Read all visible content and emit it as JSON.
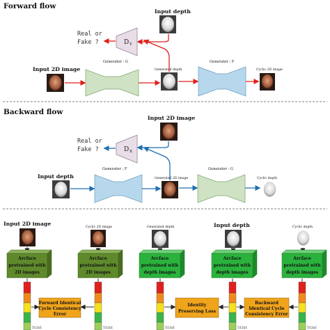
{
  "forward": {
    "title": "Forward flow",
    "input_depth": "Input depth",
    "real_or": "Real or",
    "fake": "Fake ?",
    "disc": "D",
    "disc_sub": "Y",
    "input_2d": "Input 2D image",
    "gen_g": "Generator : G",
    "generated_depth": "Generated depth",
    "gen_f": "Generator : F",
    "cyclic_2d": "Cyclic 2D image"
  },
  "backward": {
    "title": "Backward flow",
    "input_2d": "Input 2D image",
    "real_or": "Real or",
    "fake": "Fake ?",
    "disc": "D",
    "disc_sub": "X",
    "input_depth": "Input depth",
    "gen_f": "Generator : F",
    "generated_2d": "Generated 2D image",
    "gen_g": "Generator : G",
    "cyclic_depth": "Cyclic depth"
  },
  "bottom": {
    "labels": {
      "input_2d": "Input 2D image",
      "cyclic_2d": "Cyclic 2D image",
      "generated_depth": "Generated depth",
      "input_depth": "Input depth",
      "cyclic_depth": "Cyclic depth"
    },
    "arcface_2d": [
      "Arcface",
      "pretrained with",
      "2D images"
    ],
    "arcface_depth": [
      "Arcface",
      "pretrained with",
      "depth images"
    ],
    "forward_loss": [
      "Forward Identical",
      "Cycle Consistency",
      "Error"
    ],
    "identity_loss": [
      "Identity",
      "Preserving Loss"
    ],
    "backward_loss": [
      "Backward",
      "Identical Cycle",
      "Consistency Error"
    ],
    "dim": "512x1"
  },
  "colors": {
    "red_arrow": "#e0201c",
    "blue_arrow": "#1f6fb2",
    "gen_g_fill": "#cfe3c4",
    "gen_f_fill": "#b7d8ec",
    "disc_fill": "#e9dde8",
    "box_green_dark": "#5f8a2c",
    "box_green_bright": "#2bb23d",
    "loss_orange": "#f0a41c"
  }
}
